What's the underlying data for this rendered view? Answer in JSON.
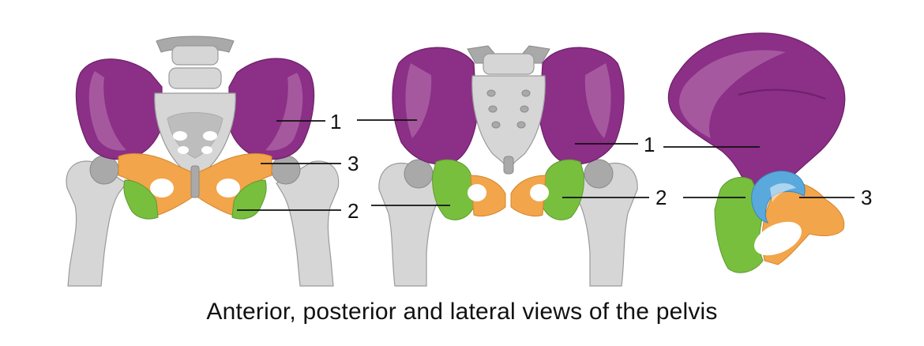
{
  "title": "",
  "caption": "Anterior, posterior and lateral views of the pelvis",
  "labels": {
    "anterior": {
      "ilium": "1",
      "pubis": "3",
      "ischium": "2"
    },
    "posterior": {
      "ilium_left": "1",
      "ilium_right": "1",
      "ischium": "2"
    },
    "lateral": {
      "ischium": "2",
      "pubis": "3"
    }
  },
  "colors": {
    "ilium": "#8b2f87",
    "ilium_light": "#a6589f",
    "ischium": "#78bf3e",
    "pubis": "#f2a54a",
    "acetabulum": "#5aa9dc",
    "bone": "#d6d6d6",
    "bone_dark": "#a9a9a9",
    "line": "#111111"
  }
}
